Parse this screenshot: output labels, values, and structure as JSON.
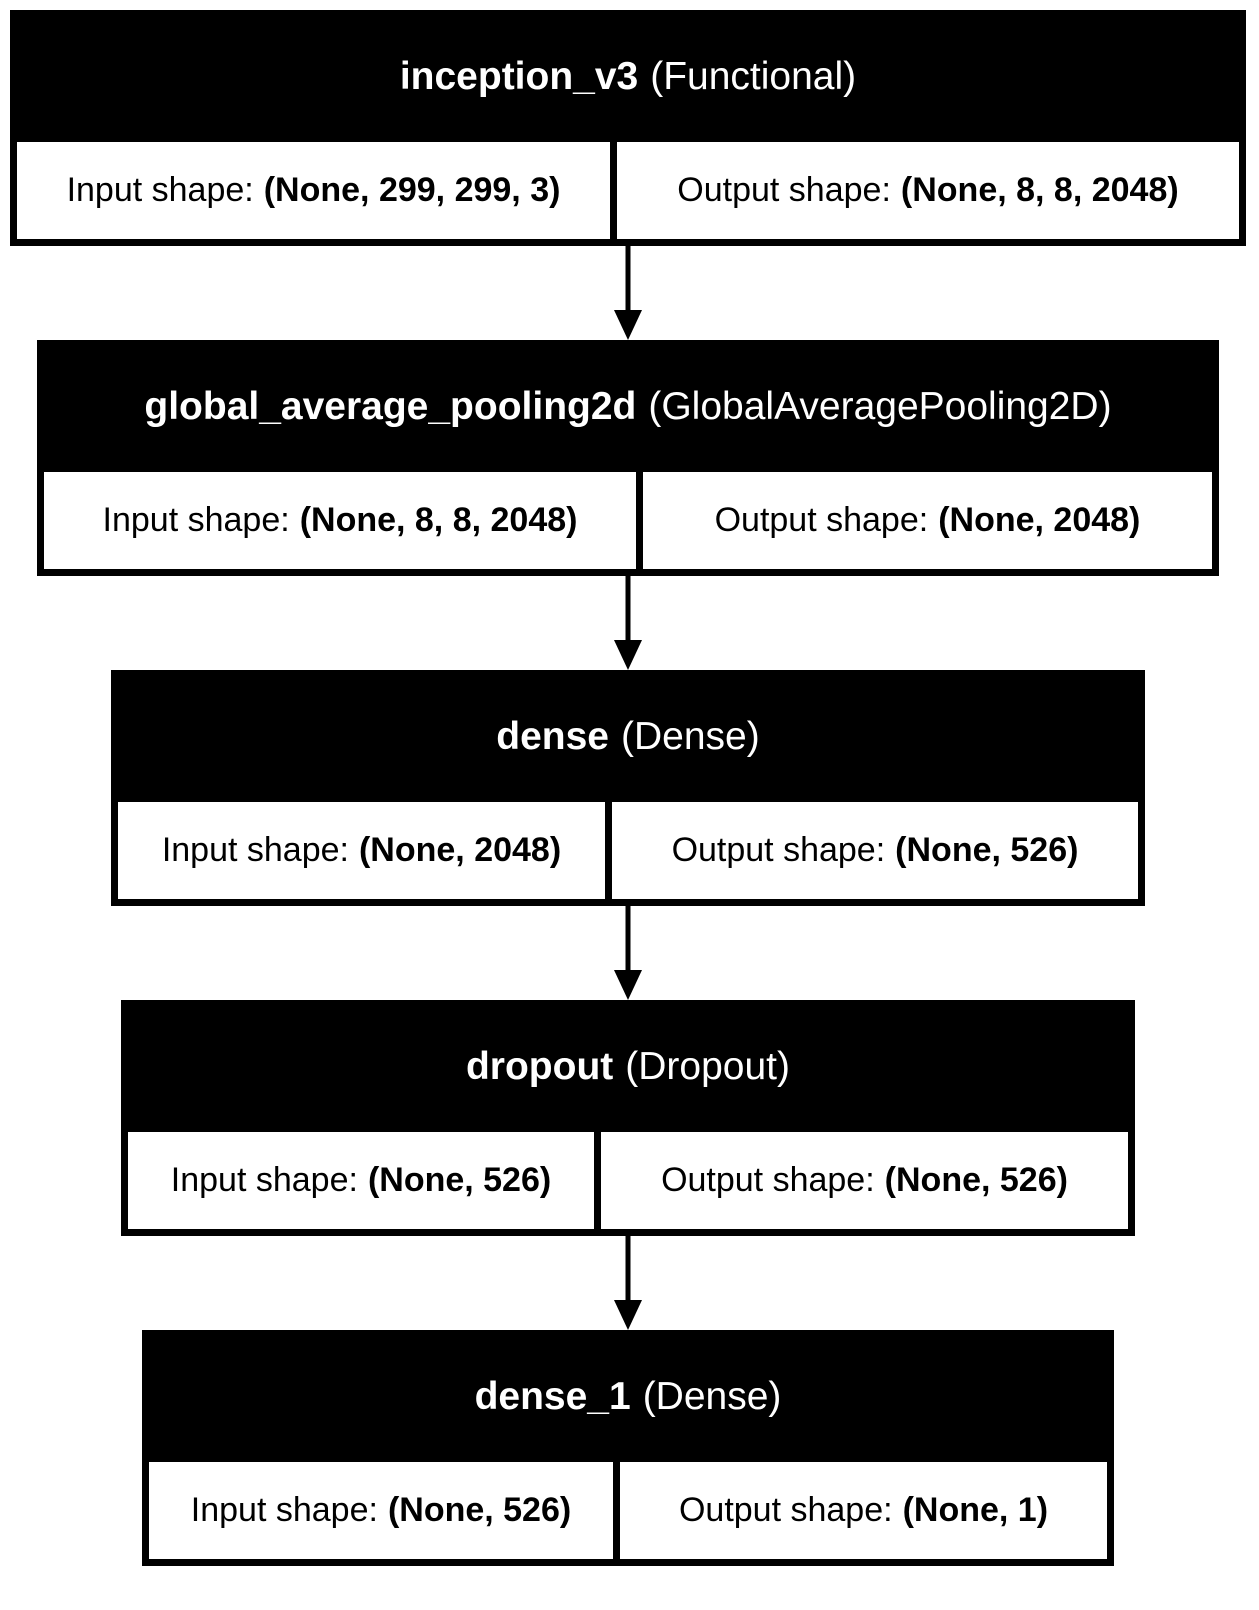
{
  "layers": [
    {
      "name": "inception_v3",
      "class_name": "(Functional)",
      "input_label": "Input shape:",
      "input_shape": "(None, 299, 299, 3)",
      "output_label": "Output shape:",
      "output_shape": "(None, 8, 8, 2048)"
    },
    {
      "name": "global_average_pooling2d",
      "class_name": "(GlobalAveragePooling2D)",
      "input_label": "Input shape:",
      "input_shape": "(None, 8, 8, 2048)",
      "output_label": "Output shape:",
      "output_shape": "(None, 2048)"
    },
    {
      "name": "dense",
      "class_name": "(Dense)",
      "input_label": "Input shape:",
      "input_shape": "(None, 2048)",
      "output_label": "Output shape:",
      "output_shape": "(None, 526)"
    },
    {
      "name": "dropout",
      "class_name": "(Dropout)",
      "input_label": "Input shape:",
      "input_shape": "(None, 526)",
      "output_label": "Output shape:",
      "output_shape": "(None, 526)"
    },
    {
      "name": "dense_1",
      "class_name": "(Dense)",
      "input_label": "Input shape:",
      "input_shape": "(None, 526)",
      "output_label": "Output shape:",
      "output_shape": "(None, 1)"
    }
  ],
  "colors": {
    "header_background": "#000000",
    "header_text": "#ffffff",
    "cell_background": "#ffffff",
    "border": "#000000"
  }
}
